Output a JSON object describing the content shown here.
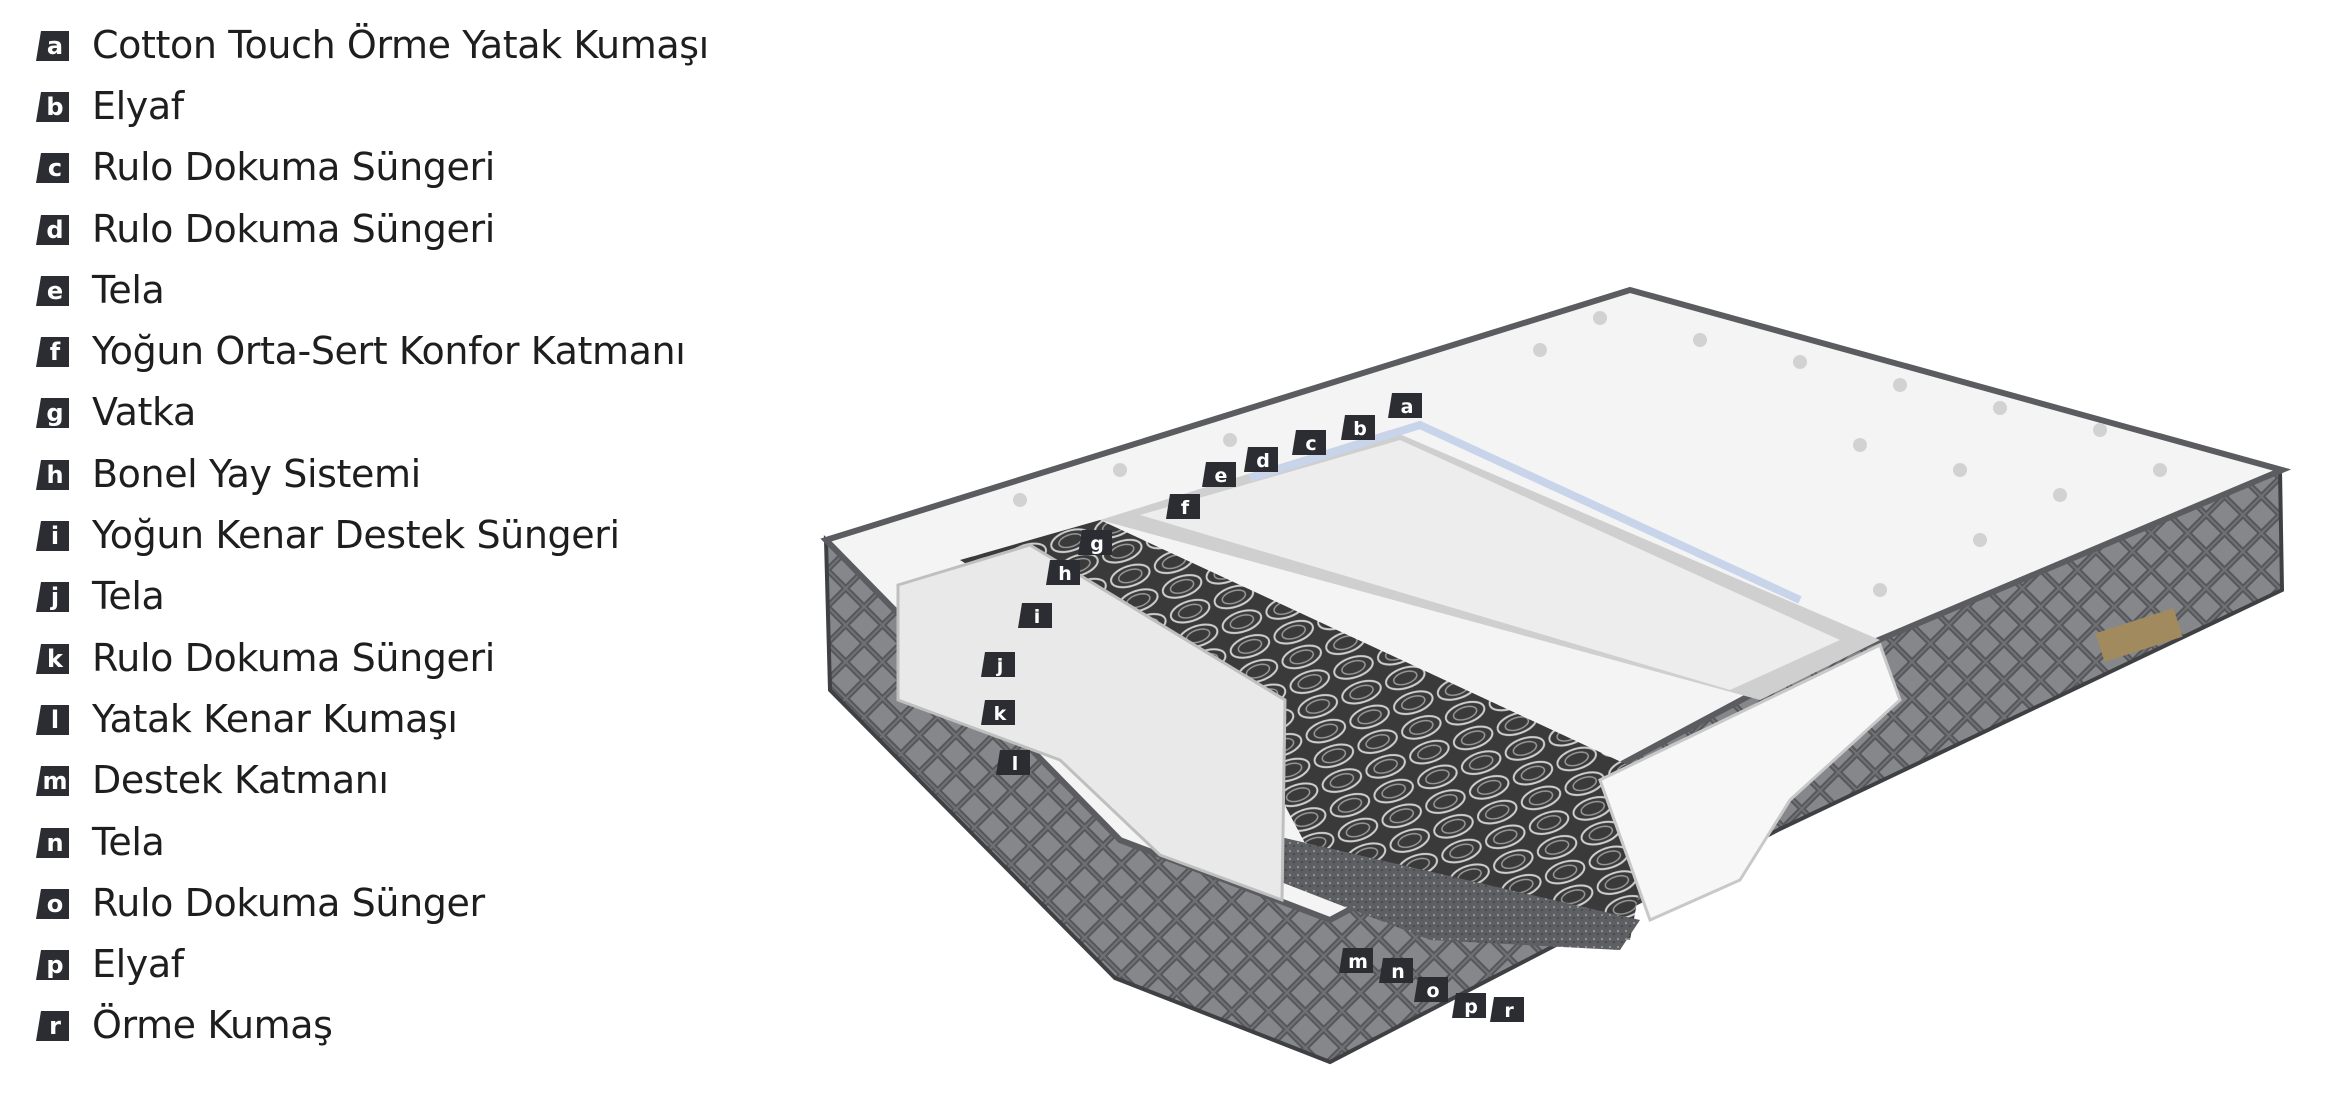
{
  "legend": {
    "items": [
      {
        "letter": "a",
        "label": "Cotton Touch Örme Yatak Kumaşı"
      },
      {
        "letter": "b",
        "label": "Elyaf"
      },
      {
        "letter": "c",
        "label": "Rulo Dokuma Süngeri"
      },
      {
        "letter": "d",
        "label": "Rulo Dokuma Süngeri"
      },
      {
        "letter": "e",
        "label": "Tela"
      },
      {
        "letter": "f",
        "label": "Yoğun Orta-Sert Konfor Katmanı"
      },
      {
        "letter": "g",
        "label": "Vatka"
      },
      {
        "letter": "h",
        "label": "Bonel Yay Sistemi"
      },
      {
        "letter": "i",
        "label": "Yoğun Kenar Destek Süngeri"
      },
      {
        "letter": "j",
        "label": "Tela"
      },
      {
        "letter": "k",
        "label": "Rulo Dokuma Süngeri"
      },
      {
        "letter": "l",
        "label": "Yatak Kenar Kumaşı"
      },
      {
        "letter": "m",
        "label": "Destek Katmanı"
      },
      {
        "letter": "n",
        "label": "Tela"
      },
      {
        "letter": "o",
        "label": "Rulo Dokuma Sünger"
      },
      {
        "letter": "p",
        "label": "Elyaf"
      },
      {
        "letter": "r",
        "label": "Örme Kumaş"
      }
    ]
  },
  "colors": {
    "badge": "#2b2d33",
    "top_fabric": "#f4f4f4",
    "side_fabric": "#6f7175",
    "spring": "#2e2e2e",
    "foam": "#e9e9e9"
  }
}
